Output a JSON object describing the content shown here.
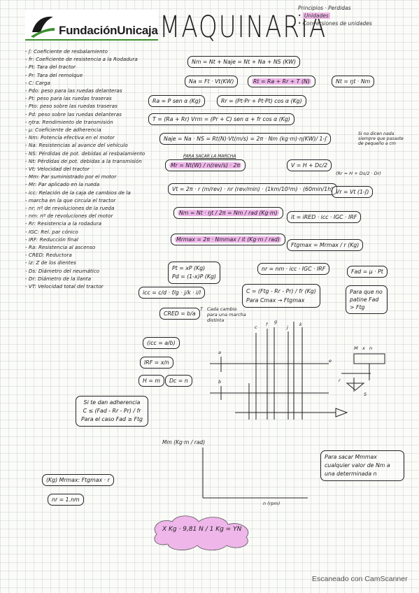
{
  "header": {
    "logo_text": "FundaciónUnicaja",
    "title": "MAQUINARIA",
    "notes": [
      "Principios · Perdidas",
      "Unidades",
      "Conversiones de unidades"
    ]
  },
  "definitions": [
    "ʃ: Coeficiente de resbalamiento",
    "fr: Coeficiente de resistencia a la Rodadura",
    "Pt: Tara del tractor",
    "Pr: Tara del remolque",
    "C: Carga",
    "Pdo: peso para las ruedas delanteras",
    "Pt: peso para las ruedas traseras",
    "Pto: peso sobre las ruedas traseras",
    "Pd: peso sobre las ruedas delanteras",
    "ŋtra: Rendimiento de transmisión",
    "μ: Coeficiente de adherencia",
    "Nm: Potencia efectiva en el motor",
    "Na: Resistencias al avance del vehículo",
    "NS: Pérdidas de pot. debidas al resbalamiento",
    "Nt: Pérdidas de pot. debidas a la transmisión",
    "Vt: Velocidad del tractor",
    "Mm: Par suministrado por el motor",
    "Mr: Par aplicado en la rueda",
    "icc: Relación de la caja de cambios de la",
    "marcha en la que circula el tractor",
    "nr: nº de revoluciones de la rueda",
    "nm: nº de revoluciones del motor",
    "Rr: Resistencia a la rodadura",
    "IGC: Rel. par cónico",
    "IRF: Reducción final",
    "Ra: Resistencia al ascenso",
    "CRED: Reductora",
    "iz: Z de los dientes",
    "Ds: Diámetro del neumático",
    "Dr: Diámetro de la llanta",
    "VT: Velocidad total del tractor"
  ],
  "formulas": {
    "f1": "Nm = Nt + Naje = Nt + Na + NS (KW)",
    "f2": "Na = Ft · Vt(KW)",
    "f3": "Rt = Ra + Rr + T (N)",
    "f4": "Nt = ŋt · Nm",
    "f5": "Ra = P sen α (Kg)",
    "f6": "Rr = (Pt·Pr + Pt·Pt) cos α (Kg)",
    "f7": "T = (Ra + Rr) Vrm = (Pr + C) sen α + fr cos α (Kg)",
    "f8": "Naje = Na · NS = Rt(N)·Vt(m/s) = 2π · Nm (kg·m)·η(KW)/ 1-ʃ",
    "f8_note": "Si no dicen nada siempre que pasaste de pequeño a cm",
    "f9_caption": "PARA SACAR LA MARCHA",
    "f9": "Mr = Nt(W) / n(rev/s) · 2π",
    "f10": "V = H + Dc/2",
    "f11": "(Rr = H + Ds/2 · Dr)",
    "f12": "Vt = 2π · r (m/rev) · nr (rev/min) · (1km/10³m) · (60min/1h)",
    "f13": "Vr = Vt (1-ʃ)",
    "f14": "Nm = Nt · ŋt / 2π = Nm / rad (Kg·m)",
    "f15": "it = iRED · icc · IGC · IRF",
    "f16": "Mrmax = 2π · Nmmax / it (Kg·m / rad)",
    "f17": "Ftgmax = Mrmax / r (Kg)",
    "f18": "Pt = xP (Kg)",
    "f19": "Pd = (1-x)P (Kg)",
    "f20": "nr = nm · icc · IGC · IRF",
    "f21": "Fad = μ · Pt",
    "f22": "icc = c/d · f/g · j/k · i/l",
    "f23": "C = (Ftg - Rr - Pr) / fr (Kg)",
    "f24": "Para Cmax → Ftgmax",
    "f25": "CRED = b/a",
    "f25_note": "Cada cambio para una marcha distinta",
    "f26": "Para que no patine Fad > Ftg",
    "f27": "(icc = a/b)",
    "f28": "IRF = x/n",
    "f29": "H = m",
    "f30": "Dc = n",
    "f31_title": "Si te dan adherencia",
    "f31": "C ≤ (Fad - Rr - Pr) / fr",
    "f31_b": "Para el caso Fad ≥ Ftg",
    "f32": "(Kg) Mrmax: Ftgmax · r",
    "f33": "nr = 1.nm",
    "f34_label": "Mm (Kg·m / rad)",
    "f34_axis": "n (rpm)",
    "f35": "Para sacar Mmmax cualquier valor de Nm a una determinada n",
    "f36": "X Kg · 9,81 N / 1 Kg = YN"
  },
  "footer": {
    "scanner": "Escaneado con CamScanner"
  },
  "colors": {
    "highlight": "#efb6ea",
    "logo_green": "#3a8f2e",
    "ink": "#1a1a1a"
  }
}
